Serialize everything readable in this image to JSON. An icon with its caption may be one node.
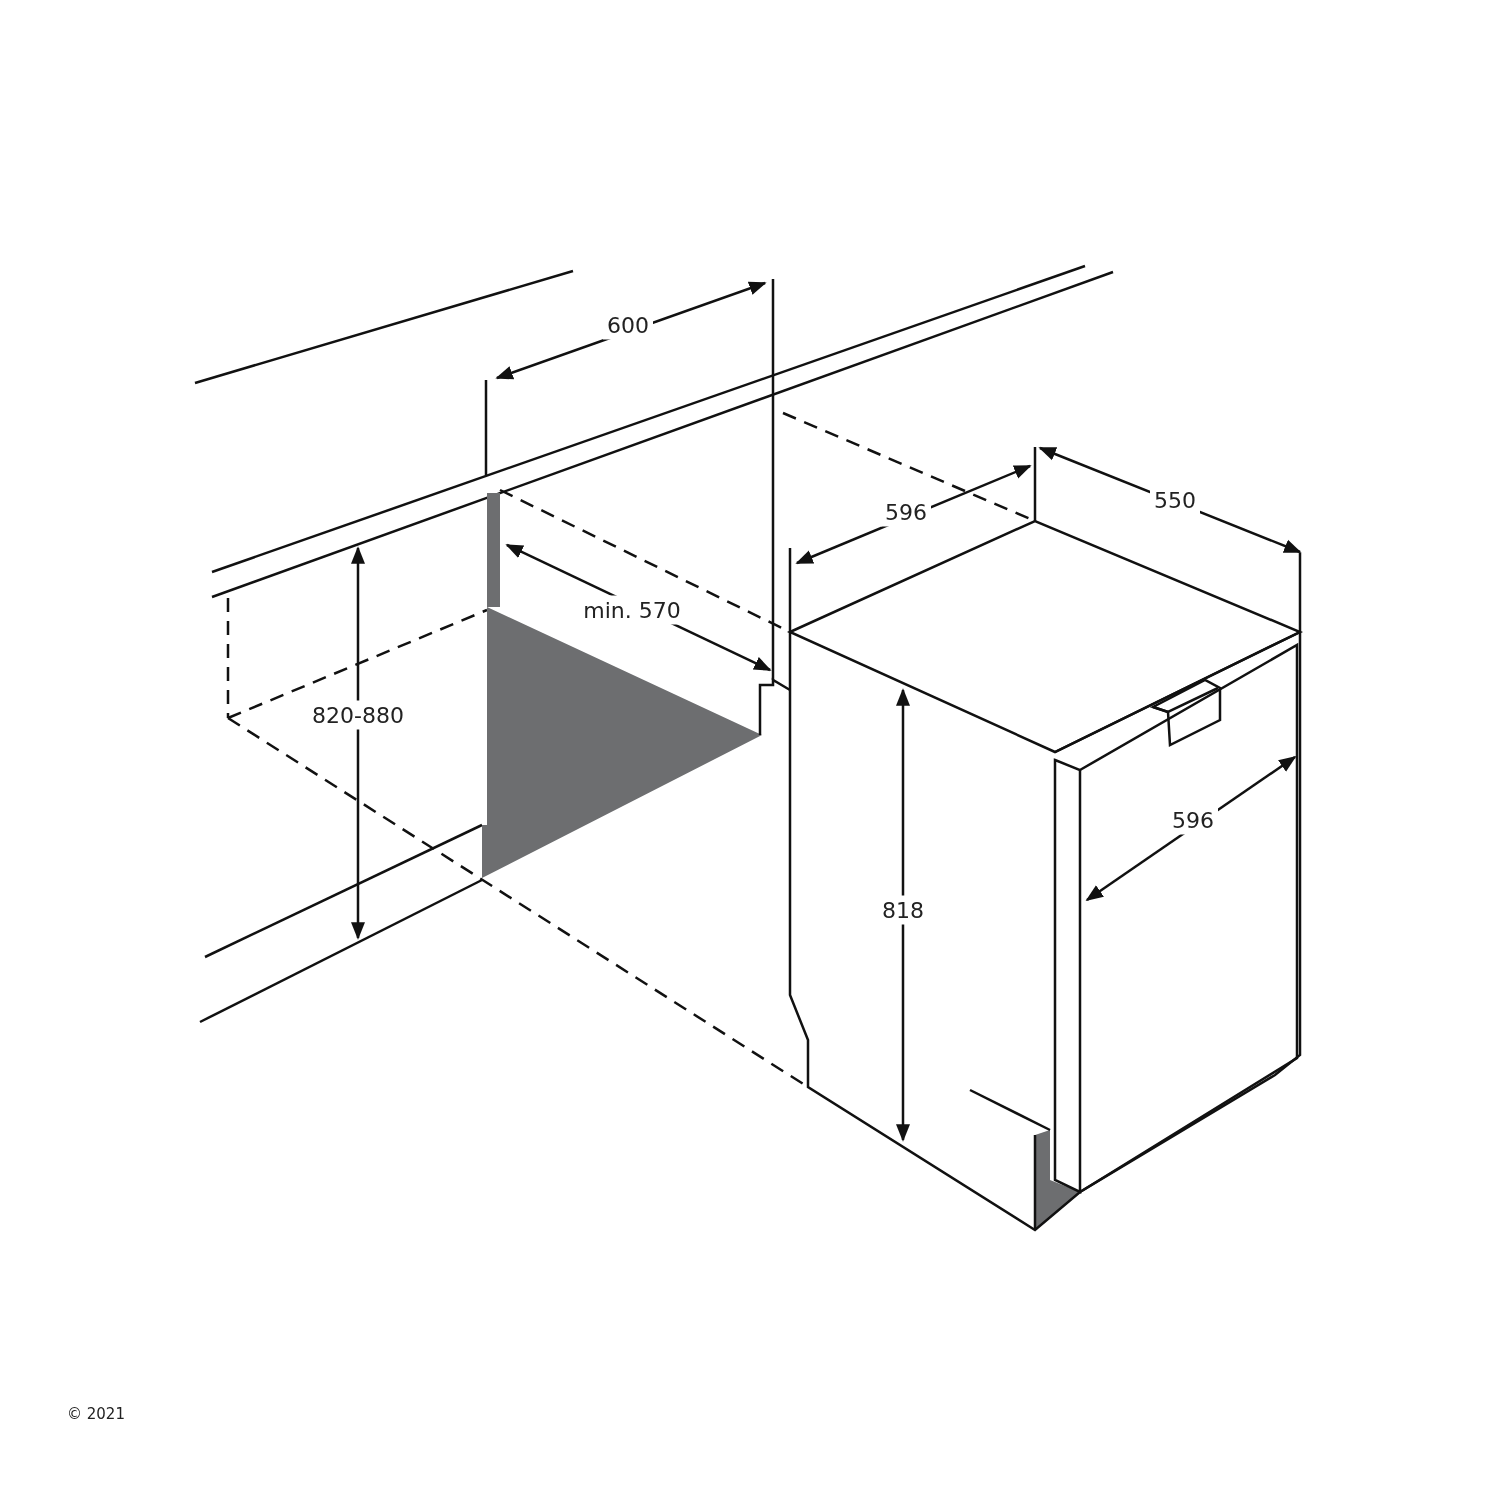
{
  "diagram": {
    "labels": [
      "600",
      "596",
      "550",
      "min. 570",
      "820-880",
      "818",
      "596",
      "© 2021"
    ]
  }
}
